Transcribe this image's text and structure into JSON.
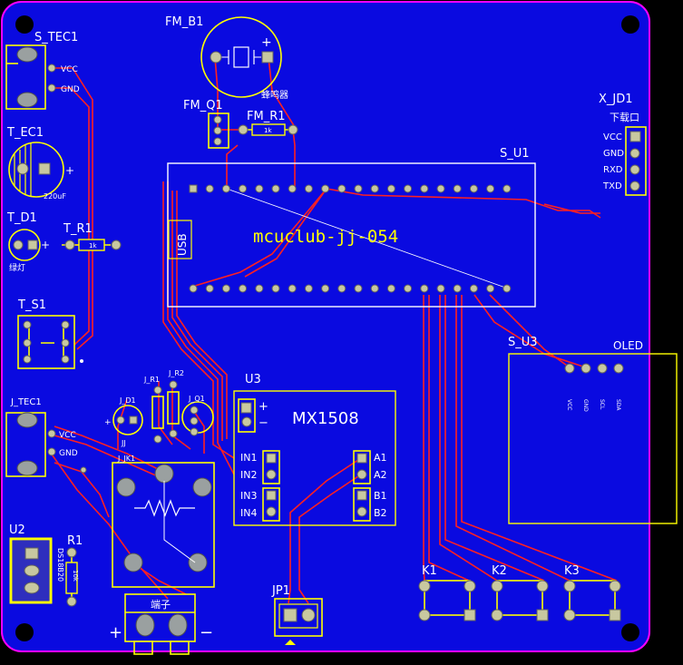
{
  "board": {
    "colors": {
      "copper": "#0a0ae0",
      "outline": "#ff00ff",
      "silk": "#ffff00",
      "trace": "#ff2020",
      "pad": "#c8c8a0"
    }
  },
  "labels": {
    "s_tec1": "S_TEC1",
    "vcc": "VCC",
    "gnd": "GND",
    "t_ec1": "T_EC1",
    "cap_value": "220uF",
    "t_d1": "T_D1",
    "led_cn": "绿灯",
    "t_r1": "T_R1",
    "r_1k": "1k",
    "t_s1": "T_S1",
    "fm_b1": "FM_B1",
    "buzzer_cn": "蜂鸣器",
    "fm_q1": "FM_Q1",
    "fm_r1": "FM_R1",
    "x_jd1": "X_JD1",
    "download_cn": "下载口",
    "x_vcc": "VCC",
    "x_gnd": "GND",
    "x_rxd": "RXD",
    "x_txd": "TXD",
    "s_u1": "S_U1",
    "usb": "USB",
    "mcu": "mcuclub-jj-054",
    "s_u3": "S_U3",
    "oled": "OLED",
    "oled_pins": [
      "VCC",
      "GND",
      "SCL",
      "SDA"
    ],
    "u3": "U3",
    "mx": "MX1508",
    "plus": "+",
    "minus": "−",
    "in1": "IN1",
    "in2": "IN2",
    "in3": "IN3",
    "in4": "IN4",
    "a1": "A1",
    "a2": "A2",
    "b1": "B1",
    "b2": "B2",
    "j_tec1": "J_TEC1",
    "j_vcc": "VCC",
    "j_gnd": "GND",
    "j_r1": "J_R1",
    "j_r2": "J_R2",
    "j_d1": "J_D1",
    "j_q1": "J_Q1",
    "j_jk1": "J_JK1",
    "jj": "JJ",
    "duanzi_cn": "端子",
    "u2": "U2",
    "ds18b20": "DS18B20",
    "r1": "R1",
    "r10k": "10k",
    "jp1": "JP1",
    "k1": "K1",
    "k2": "K2",
    "k3": "K3"
  }
}
